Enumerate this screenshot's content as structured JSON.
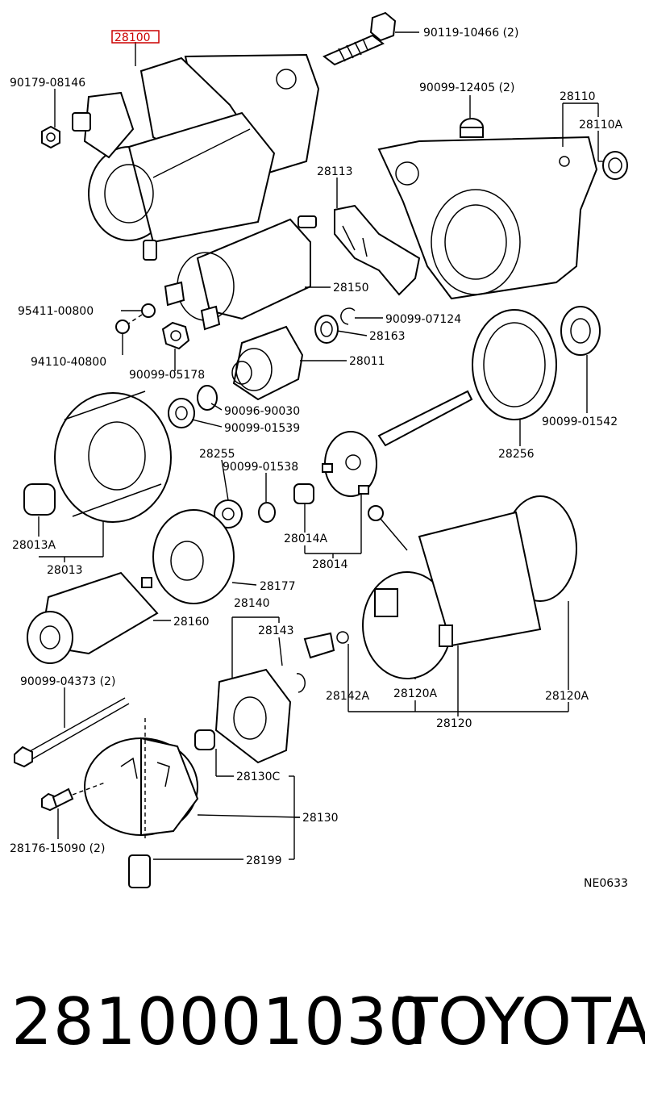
{
  "diagram": {
    "code": "NE0633",
    "highlight_color": "#cc0000",
    "labels": {
      "p28100": "28100",
      "p90119_10466": "90119-10466 (2)",
      "p90179_08146": "90179-08146",
      "p90099_12405": "90099-12405 (2)",
      "p28110": "28110",
      "p28110A": "28110A",
      "p28113": "28113",
      "p28150": "28150",
      "p95411_00800": "95411-00800",
      "p90099_07124": "90099-07124",
      "p28163": "28163",
      "p94110_40800": "94110-40800",
      "p28011": "28011",
      "p90099_05178": "90099-05178",
      "p90096_90030": "90096-90030",
      "p90099_01539": "90099-01539",
      "p90099_01542": "90099-01542",
      "p28256": "28256",
      "p28255": "28255",
      "p90099_01538": "90099-01538",
      "p28013A": "28013A",
      "p28014A": "28014A",
      "p28013": "28013",
      "p28014": "28014",
      "p28177": "28177",
      "p28140": "28140",
      "p28160": "28160",
      "p28143": "28143",
      "p90099_04373": "90099-04373 (2)",
      "p28142A": "28142A",
      "p28120A_1": "28120A",
      "p28120A_2": "28120A",
      "p28120": "28120",
      "p28130C": "28130C",
      "p28130": "28130",
      "p28176_15090": "28176-15090 (2)",
      "p28199": "28199"
    }
  },
  "footer": {
    "part_number": "2810001030",
    "brand": "TOYOTA"
  }
}
